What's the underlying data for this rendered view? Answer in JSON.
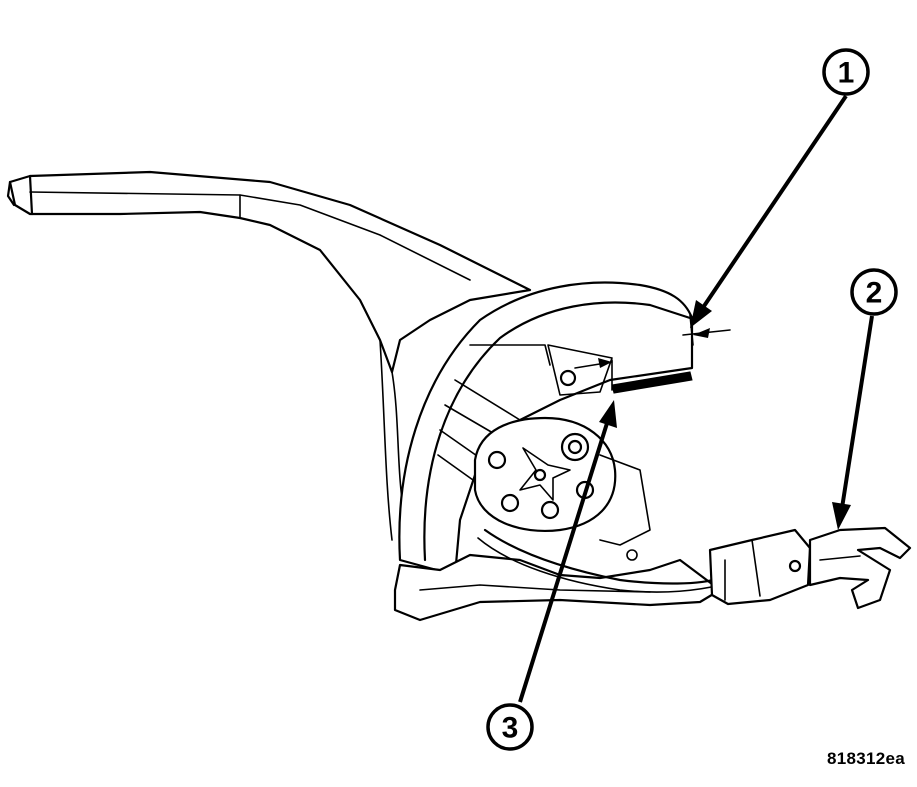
{
  "callouts": [
    {
      "id": "callout-1",
      "label": "1"
    },
    {
      "id": "callout-2",
      "label": "2"
    },
    {
      "id": "callout-3",
      "label": "3"
    }
  ],
  "figure_code": "818312ea"
}
